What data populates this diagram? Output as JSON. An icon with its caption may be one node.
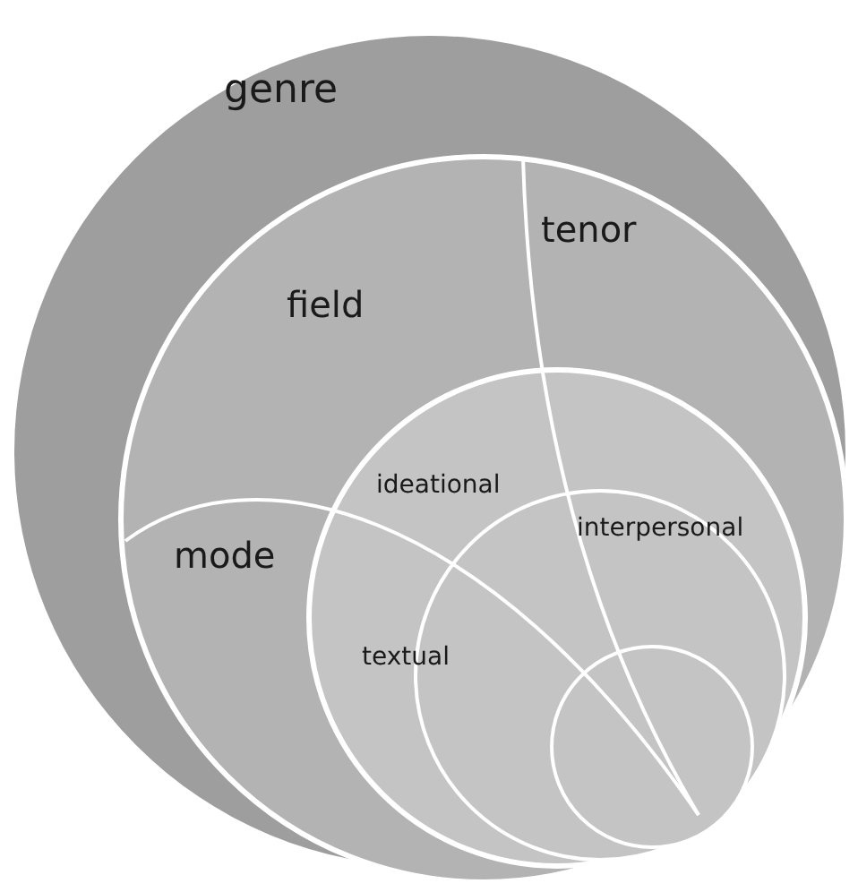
{
  "diagram": {
    "nodes": [
      {
        "text": [
          "genre"
        ]
      },
      {
        "text": [],
        "shape": "circle",
        "in": 0
      },
      {
        "text": [],
        "shape": "circle",
        "in": 1
      },
      {
        "text": [],
        "shape": "circle",
        "in": 2
      },
      {
        "text": [],
        "shape": "circle",
        "in": 3
      }
    ],
    "labels": [
      "field",
      "tenor",
      "mode",
      "ideational",
      "interpersonal",
      "textual"
    ]
  }
}
